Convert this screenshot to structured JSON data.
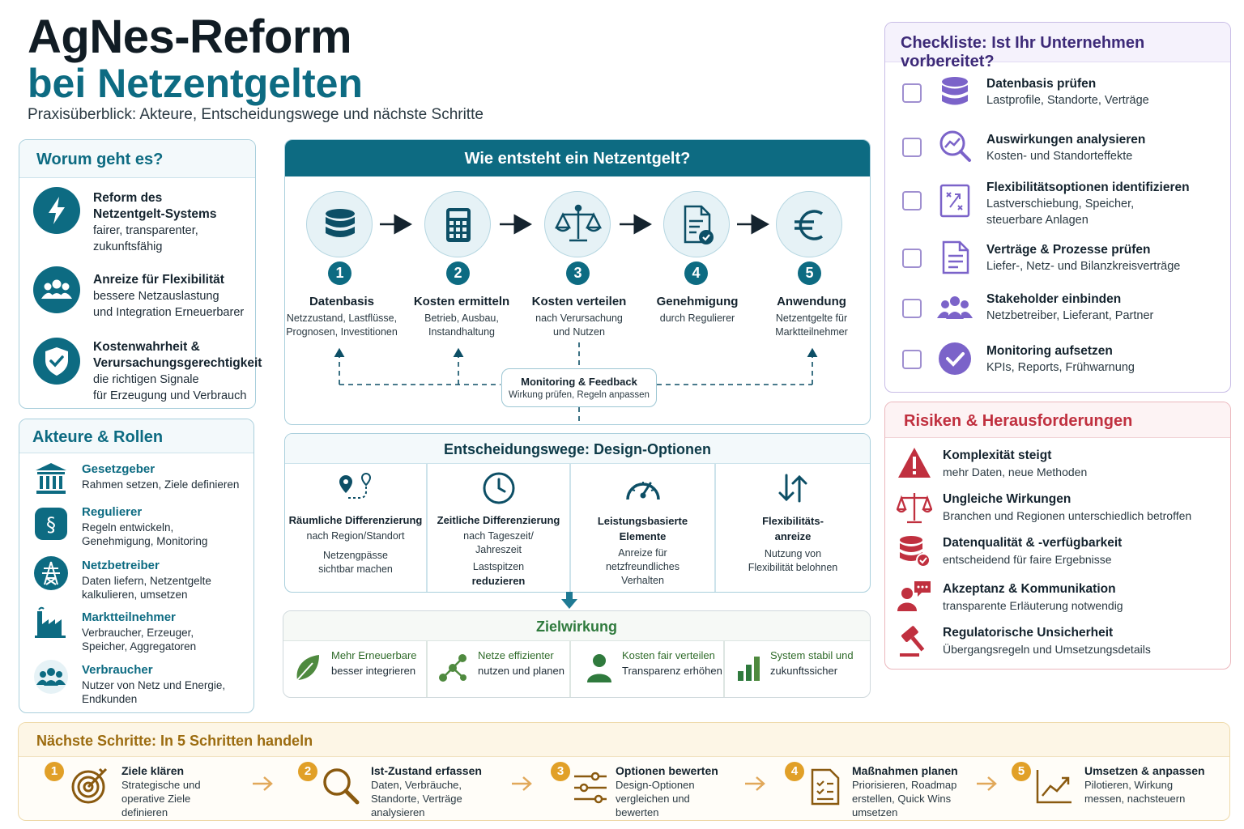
{
  "header": {
    "title_line1": "AgNes-Reform",
    "title_line2": "bei Netzentgelten",
    "subtitle": "Praxisüberblick: Akteure, Entscheidungswege und nächste Schritte"
  },
  "worum": {
    "title": "Worum geht es?",
    "items": [
      {
        "icon": "lightning-icon",
        "head1": "Reform des",
        "head2": "Netzentgelt-Systems",
        "line1": "fairer, transparenter,",
        "line2": "zukunftsfähig"
      },
      {
        "icon": "group-icon",
        "head1": "Anreize für Flexibilität",
        "head2": "",
        "line1": "bessere Netzauslastung",
        "line2": "und Integration Erneuerbarer"
      },
      {
        "icon": "shield-check-icon",
        "head1": "Kostenwahrheit &",
        "head2": "Verursachungsgerechtigkeit",
        "line1": "die richtigen Signale",
        "line2": "für Erzeugung und Verbrauch"
      }
    ]
  },
  "akteure": {
    "title": "Akteure & Rollen",
    "items": [
      {
        "icon": "government-building-icon",
        "name": "Gesetzgeber",
        "line1": "Rahmen setzen, Ziele definieren",
        "line2": ""
      },
      {
        "icon": "paragraph-icon",
        "name": "Regulierer",
        "line1": "Regeln entwickeln,",
        "line2": "Genehmigung, Monitoring"
      },
      {
        "icon": "power-tower-icon",
        "name": "Netzbetreiber",
        "line1": "Daten liefern, Netzentgelte",
        "line2": "kalkulieren, umsetzen"
      },
      {
        "icon": "factory-icon",
        "name": "Marktteilnehmer",
        "line1": "Verbraucher, Erzeuger,",
        "line2": "Speicher, Aggregatoren"
      },
      {
        "icon": "people-icon",
        "name": "Verbraucher",
        "line1": "Nutzer von Netz und Energie,",
        "line2": "Endkunden"
      }
    ]
  },
  "flow": {
    "title": "Wie entsteht ein Netzentgelt?",
    "steps": [
      {
        "num": "1",
        "icon": "database-icon",
        "title": "Datenbasis",
        "line1": "Netzzustand, Lastflüsse,",
        "line2": "Prognosen, Investitionen"
      },
      {
        "num": "2",
        "icon": "calculator-icon",
        "title": "Kosten ermitteln",
        "line1": "Betrieb, Ausbau,",
        "line2": "Instandhaltung"
      },
      {
        "num": "3",
        "icon": "scales-icon",
        "title": "Kosten verteilen",
        "line1": "nach Verursachung",
        "line2": "und Nutzen"
      },
      {
        "num": "4",
        "icon": "document-check-icon",
        "title": "Genehmigung",
        "line1": "durch Regulierer",
        "line2": ""
      },
      {
        "num": "5",
        "icon": "euro-icon",
        "title": "Anwendung",
        "line1": "Netzentgelte für",
        "line2": "Marktteilnehmer"
      }
    ],
    "feedback_title": "Monitoring & Feedback",
    "feedback_sub": "Wirkung prüfen, Regeln anpassen"
  },
  "design": {
    "title": "Entscheidungswege: Design-Optionen",
    "options": [
      {
        "icon": "location-pins-icon",
        "title1": "Räumliche Differenzierung",
        "title2": "",
        "l1": "nach Region/Standort",
        "l2": "",
        "l3": "Netzengpässe",
        "l4": "sichtbar machen",
        "l4bold": false
      },
      {
        "icon": "clock-icon",
        "title1": "Zeitliche Differenzierung",
        "title2": "",
        "l1": "nach Tageszeit/",
        "l2": "Jahreszeit",
        "l3": "Lastspitzen",
        "l4": "reduzieren",
        "l4bold": true
      },
      {
        "icon": "gauge-icon",
        "title1": "Leistungsbasierte",
        "title2": "Elemente",
        "l1": "Anreize für",
        "l2": "netzfreundliches",
        "l3": "Verhalten",
        "l4": "",
        "l4bold": false
      },
      {
        "icon": "up-down-arrows-icon",
        "title1": "Flexibilitäts-",
        "title2": "anreize",
        "l1": "Nutzung von",
        "l2": "Flexibilität belohnen",
        "l3": "",
        "l4": "",
        "l4bold": false
      }
    ]
  },
  "ziel": {
    "title": "Zielwirkung",
    "items": [
      {
        "icon": "leaf-icon",
        "line1": "Mehr Erneuerbare",
        "line2": "besser integrieren"
      },
      {
        "icon": "network-icon",
        "line1": "Netze effizienter",
        "line2": "nutzen und planen"
      },
      {
        "icon": "person-icon",
        "line1": "Kosten fair verteilen",
        "line2": "Transparenz erhöhen"
      },
      {
        "icon": "bar-chart-icon",
        "line1": "System stabil und",
        "line2": "zukunftssicher"
      }
    ]
  },
  "checkliste": {
    "title": "Checkliste: Ist Ihr Unternehmen vorbereitet?",
    "items": [
      {
        "icon": "database-icon",
        "title": "Datenbasis prüfen",
        "line1": "Lastprofile, Standorte, Verträge",
        "line2": ""
      },
      {
        "icon": "magnifier-chart-icon",
        "title": "Auswirkungen analysieren",
        "line1": "Kosten- und Standorteffekte",
        "line2": ""
      },
      {
        "icon": "strategy-board-icon",
        "title": "Flexibilitätsoptionen identifizieren",
        "line1": "Lastverschiebung, Speicher,",
        "line2": "steuerbare Anlagen"
      },
      {
        "icon": "contract-icon",
        "title": "Verträge & Prozesse prüfen",
        "line1": "Liefer-, Netz- und Bilanzkreisverträge",
        "line2": ""
      },
      {
        "icon": "people-icon",
        "title": "Stakeholder einbinden",
        "line1": "Netzbetreiber, Lieferant, Partner",
        "line2": ""
      },
      {
        "icon": "checkmark-circle-icon",
        "title": "Monitoring aufsetzen",
        "line1": "KPIs, Reports, Frühwarnung",
        "line2": ""
      }
    ]
  },
  "risiken": {
    "title": "Risiken & Herausforderungen",
    "items": [
      {
        "icon": "warning-icon",
        "title": "Komplexität steigt",
        "line1": "mehr Daten, neue Methoden"
      },
      {
        "icon": "scales-icon",
        "title": "Ungleiche Wirkungen",
        "line1": "Branchen und Regionen unterschiedlich betroffen"
      },
      {
        "icon": "database-check-icon",
        "title": "Datenqualität & -verfügbarkeit",
        "line1": "entscheidend für faire Ergebnisse"
      },
      {
        "icon": "speech-person-icon",
        "title": "Akzeptanz & Kommunikation",
        "line1": "transparente Erläuterung notwendig"
      },
      {
        "icon": "gavel-icon",
        "title": "Regulatorische Unsicherheit",
        "line1": "Übergangsregeln und Umsetzungsdetails"
      }
    ]
  },
  "schritte": {
    "title": "Nächste Schritte: In 5 Schritten handeln",
    "items": [
      {
        "num": "1",
        "icon": "target-icon",
        "title": "Ziele klären",
        "l1": "Strategische und",
        "l2": "operative Ziele",
        "l3": "definieren"
      },
      {
        "num": "2",
        "icon": "search-icon",
        "title": "Ist-Zustand erfassen",
        "l1": "Daten, Verbräuche,",
        "l2": "Standorte, Verträge",
        "l3": "analysieren"
      },
      {
        "num": "3",
        "icon": "sliders-icon",
        "title": "Optionen bewerten",
        "l1": "Design-Optionen",
        "l2": "vergleichen und",
        "l3": "bewerten"
      },
      {
        "num": "4",
        "icon": "checklist-icon",
        "title": "Maßnahmen planen",
        "l1": "Priorisieren, Roadmap",
        "l2": "erstellen, Quick Wins",
        "l3": "umsetzen"
      },
      {
        "num": "5",
        "icon": "trend-chart-icon",
        "title": "Umsetzen & anpassen",
        "l1": "Pilotieren, Wirkung",
        "l2": "messen, nachsteuern",
        "l3": ""
      }
    ]
  },
  "colors": {
    "teal": "#0d6b82",
    "purple": "#6f55c4",
    "red": "#c0303f",
    "amber": "#e1a028",
    "green": "#2f7a3d"
  }
}
